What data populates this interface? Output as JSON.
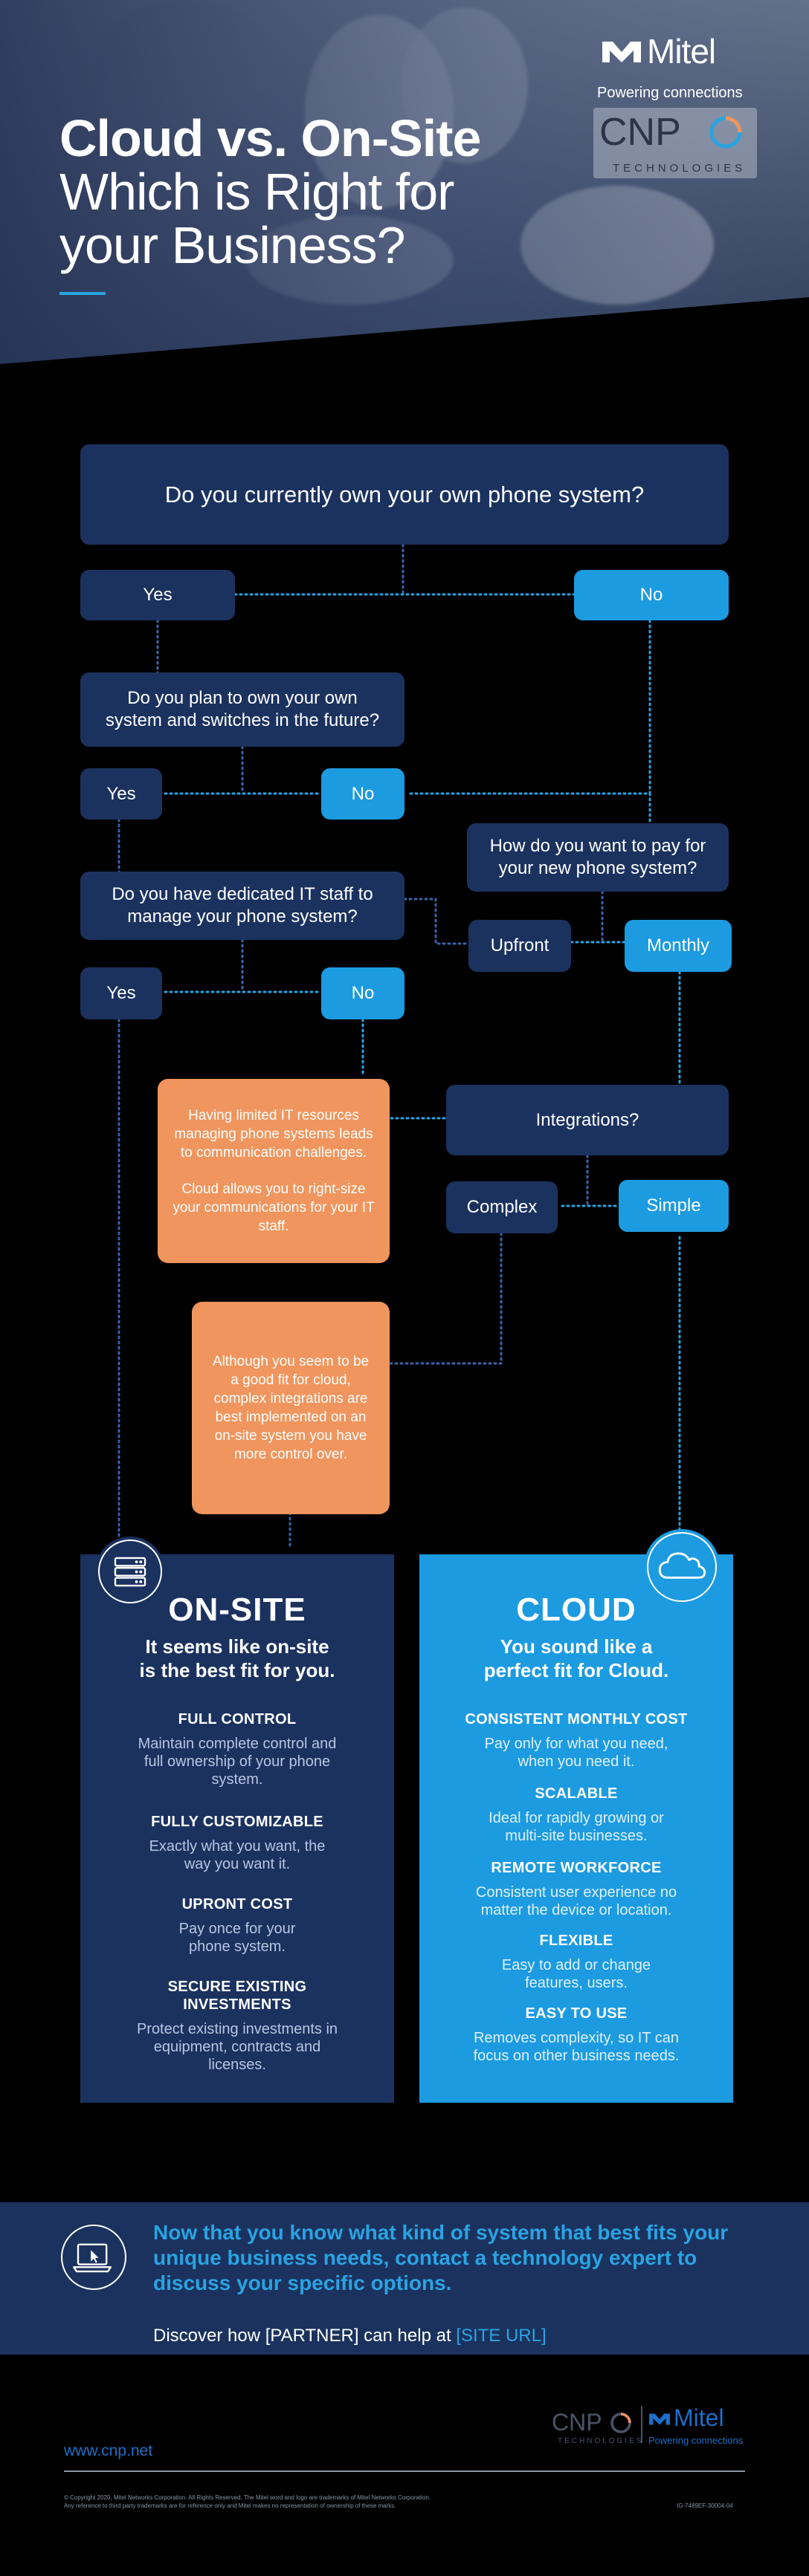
{
  "hero": {
    "title_line1": "Cloud vs. On-Site",
    "title_line2": "Which is Right for",
    "title_line3": "your Business?",
    "mitel_wordmark": "Mitel",
    "mitel_tagline": "Powering connections",
    "cnp_wordmark": "CNP",
    "cnp_subtitle": "TECHNOLOGIES"
  },
  "colors": {
    "navy": "#1b325f",
    "blue": "#1c9be0",
    "orange": "#f0955d",
    "background": "#000000"
  },
  "flow": {
    "q1": "Do you currently own your own phone system?",
    "q1_yes": "Yes",
    "q1_no": "No",
    "q2": "Do you plan to own your own system and switches in the future?",
    "q2_yes": "Yes",
    "q2_no": "No",
    "q3": "How do you want to pay for your new phone system?",
    "q3_upfront": "Upfront",
    "q3_monthly": "Monthly",
    "q4": "Do you have dedicated IT staff to manage your phone system?",
    "q4_yes": "Yes",
    "q4_no": "No",
    "q5": "Integrations?",
    "q5_complex": "Complex",
    "q5_simple": "Simple",
    "note1_a": "Having limited IT resources managing phone systems leads to communication challenges.",
    "note1_b": "Cloud allows you to right-size your communications for your IT staff.",
    "note2": "Although you seem to be a good fit for cloud, complex integrations are best implemented on an on-site system you have more control over."
  },
  "onsite": {
    "icon": "server-icon",
    "title": "ON-SITE",
    "subtitle_1": "It seems like on-site",
    "subtitle_2": "is the best fit for you.",
    "features": [
      {
        "heading": "FULL CONTROL",
        "desc": "Maintain complete control and full ownership of your phone system."
      },
      {
        "heading": "FULLY CUSTOMIZABLE",
        "desc": "Exactly what you want, the way you want it."
      },
      {
        "heading": "UPRONT COST",
        "desc": "Pay once for your phone system."
      },
      {
        "heading": "SECURE EXISTING INVESTMENTS",
        "desc": "Protect existing investments in equipment, contracts and licenses."
      }
    ]
  },
  "cloud": {
    "icon": "cloud-icon",
    "title": "CLOUD",
    "subtitle_1": "You sound like a",
    "subtitle_2": "perfect fit for Cloud.",
    "features": [
      {
        "heading": "CONSISTENT MONTHLY COST",
        "desc": "Pay only for what you need, when you need it."
      },
      {
        "heading": "SCALABLE",
        "desc": "Ideal for rapidly growing or multi-site businesses."
      },
      {
        "heading": "REMOTE WORKFORCE",
        "desc": "Consistent user experience no matter the device or location."
      },
      {
        "heading": "FLEXIBLE",
        "desc": "Easy to add or change features, users."
      },
      {
        "heading": "EASY TO USE",
        "desc": "Removes complexity, so IT can focus on other business needs."
      }
    ]
  },
  "cta": {
    "icon": "laptop-cursor-icon",
    "text": "Now that you know what kind of system that best fits your unique business needs, contact a technology expert to discuss your specific options.",
    "discover_prefix": "Discover how [PARTNER] can help at ",
    "discover_url": "[SITE URL]"
  },
  "footer": {
    "url": "www.cnp.net",
    "cnp_wordmark": "CNP",
    "cnp_subtitle": "TECHNOLOGIES",
    "mitel_wordmark": "Mitel",
    "mitel_tagline": "Powering connections",
    "copyright_1": "© Copyright 2020, Mitel Networks Corporation. All Rights Reserved. The Mitel word and logo are trademarks of Mitel Networks Corporation.",
    "copyright_2": "Any reference to third party trademarks are for reference only and Mitel makes no representation of ownership of these marks.",
    "doc_code": "IG-7489EF-30004-04"
  }
}
